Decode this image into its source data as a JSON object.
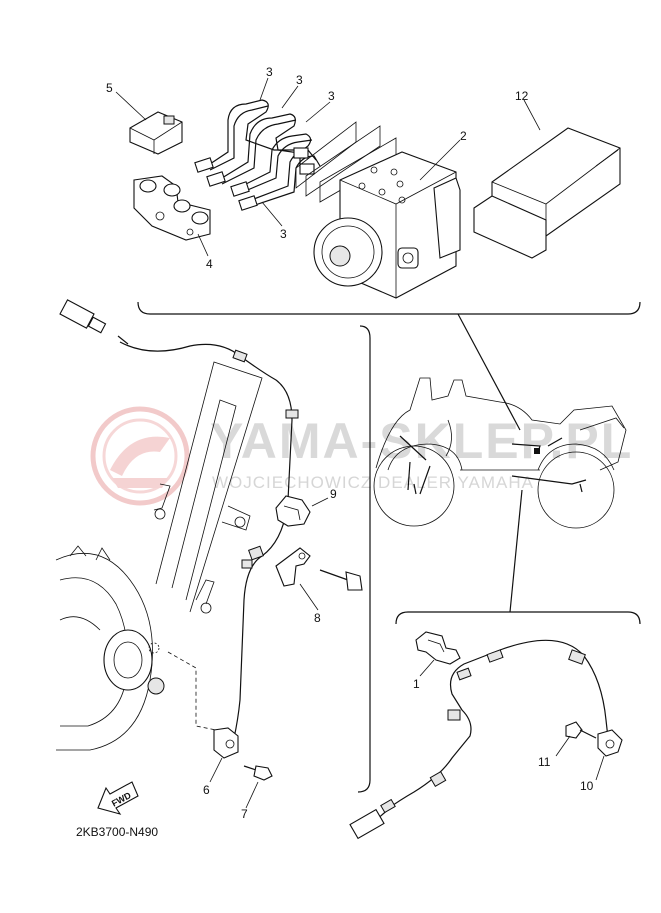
{
  "diagram_code": "2KB3700-N490",
  "watermark": {
    "title": "YAMA-SKLEP.PL",
    "subtitle": "WOJCIECHOWICZ DEALER YAMAHA"
  },
  "direction_arrow": "FWD",
  "callouts": [
    {
      "id": "c1",
      "text": "1"
    },
    {
      "id": "c2",
      "text": "2"
    },
    {
      "id": "c3a",
      "text": "3"
    },
    {
      "id": "c3b",
      "text": "3"
    },
    {
      "id": "c3c",
      "text": "3"
    },
    {
      "id": "c3d",
      "text": "3"
    },
    {
      "id": "c4",
      "text": "4"
    },
    {
      "id": "c5",
      "text": "5"
    },
    {
      "id": "c6",
      "text": "6"
    },
    {
      "id": "c7",
      "text": "7"
    },
    {
      "id": "c8",
      "text": "8"
    },
    {
      "id": "c9",
      "text": "9"
    },
    {
      "id": "c10",
      "text": "10"
    },
    {
      "id": "c11",
      "text": "11"
    },
    {
      "id": "c12",
      "text": "12"
    }
  ],
  "colors": {
    "watermark_logo": "#e8a0a0",
    "watermark_text": "#d9d9d9",
    "line": "#111111"
  }
}
